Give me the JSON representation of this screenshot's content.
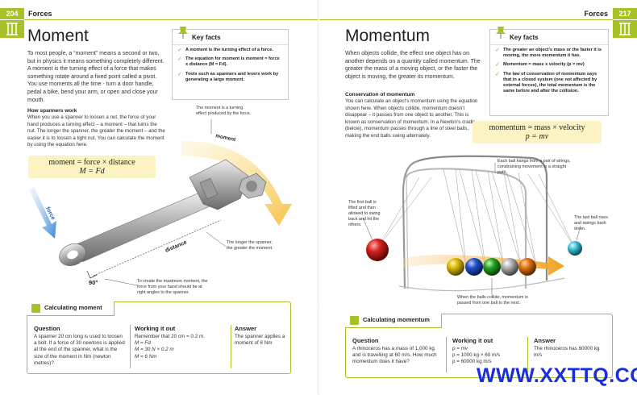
{
  "header": {
    "left_page_number": "204",
    "left_section": "Forces",
    "right_section": "Forces",
    "right_page_number": "217"
  },
  "moment": {
    "title": "Moment",
    "intro": "To most people, a “moment” means a second or two, but in physics it means something completely different. A moment is the turning effect of a force that makes something rotate around a fixed point called a pivot. You use moments all the time - turn a door handle, pedal a bike, bend your arm, or open and close your mouth.",
    "subheading": "How spanners work",
    "subtext": "When you use a spanner to loosen a nut, the force of your hand produces a turning effect – a moment – that turns the nut. The longer the spanner, the greater the moment – and the easier it is to loosen a tight nut. You can calculate the moment by using the equation here.",
    "key_facts": {
      "title": "Key facts",
      "items": [
        "A moment is the turning effect of a force.",
        "The equation for moment is moment = force x distance (M = Fd).",
        "Tools such as spanners and levers work by generating a large moment."
      ]
    },
    "equation_line1": "moment = force × distance",
    "equation_line2": "M = Fd",
    "diagram": {
      "moment_note": "The moment is a turning effect produced by the force.",
      "moment_label": "moment",
      "force_label": "force",
      "distance_label": "distance",
      "angle_label": "90°",
      "longer_note": "The longer the spanner, the greater the moment.",
      "max_note": "To create the maximum moment, the force from your hand should be at right angles to the spanner."
    },
    "calc": {
      "title": "Calculating moment",
      "question_heading": "Question",
      "question_text": "A spanner 20 cm long is used to loosen a bolt. If a force of 30 newtons is applied at the end of the spanner, what is the size of the moment in Nm (newton metres)?",
      "working_heading": "Working it out",
      "working_lines": [
        "Remember that 20 cm = 0.2 m.",
        "M = Fd",
        "M = 30 N × 0.2 m",
        "M = 6 Nm"
      ],
      "answer_heading": "Answer",
      "answer_text": "The spanner applies a moment of 6 Nm"
    }
  },
  "momentum": {
    "title": "Momentum",
    "intro": "When objects collide, the effect one object has on another depends on a quantity called momentum. The greater the mass of a moving object, or the faster the object is moving, the greater its momentum.",
    "subheading": "Conservation of momentum",
    "subtext": "You can calculate an object’s momentum using the equation shown here. When objects collide, momentum doesn’t disappear – it passes from one object to another. This is known as conservation of momentum. In a Newton’s cradle (below), momentum passes through a line of steel balls, making the end balls swing alternately.",
    "key_facts": {
      "title": "Key facts",
      "items": [
        "The greater an object’s mass or the faster it is moving, the more momentum it has.",
        "Momentum = mass x velocity (p = mv)",
        "The law of conservation of momentum says that in a closed system (one not affected by external forces), the total momentum is the same before and after the collision."
      ]
    },
    "equation_line1": "momentum = mass × velocity",
    "equation_line2": "p = mv",
    "diagram": {
      "strings_note": "Each ball hangs from a pair of strings, constraining movement in a straight path.",
      "first_ball_note": "The first ball is lifted and then allowed to swing back and hit the others.",
      "last_ball_note": "The last ball rises and swings back down.",
      "collide_note": "When the balls collide, momentum is passed from one ball to the next."
    },
    "calc": {
      "title": "Calculating momentum",
      "question_heading": "Question",
      "question_text": "A rhinoceros has a mass of 1,000 kg and is travelling at 60 m/s. How much momentum does it have?",
      "working_heading": "Working it out",
      "working_lines": [
        "p = mv",
        "p = 1000 kg × 60 m/s",
        "p = 60000 kg m/s"
      ],
      "answer_heading": "Answer",
      "answer_text": "The rhinoceros has 60000 kg m/s"
    }
  },
  "watermark": "WWW.XXTTQ.COM",
  "colors": {
    "accent_green": "#a6c227",
    "equation_bg": "#fbf3c2",
    "arrow_orange": "#f0a020",
    "arrow_blue": "#3a86d6",
    "watermark_blue": "#1a2ee0"
  }
}
